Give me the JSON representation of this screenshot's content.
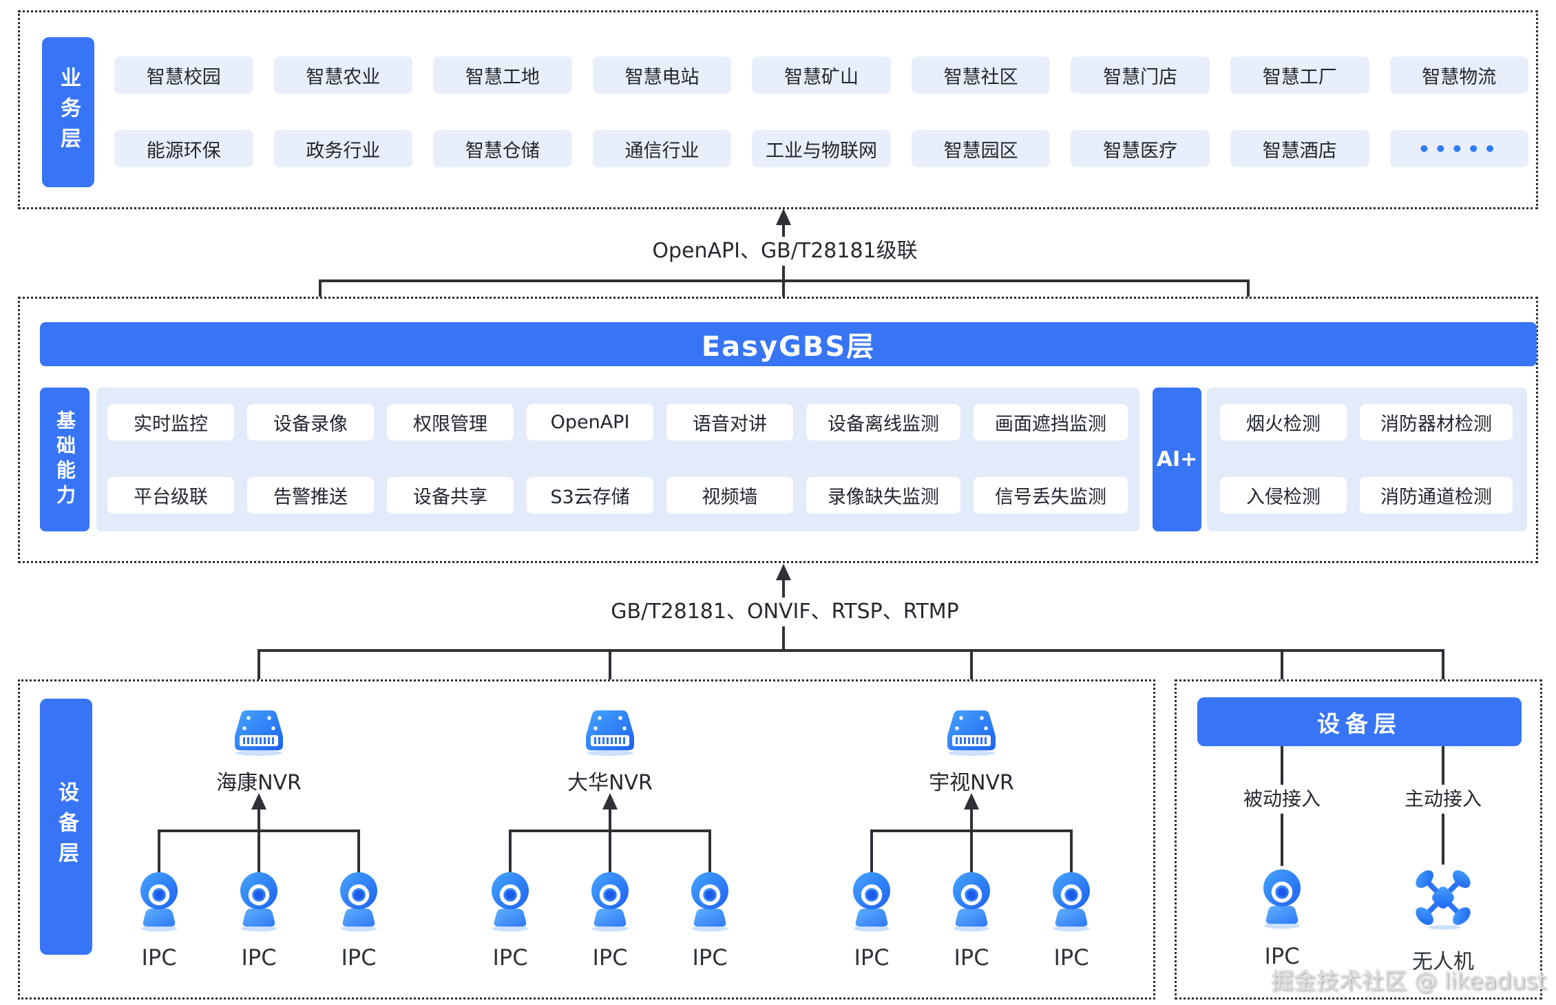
{
  "colors": {
    "primary_blue": "#3775F6",
    "chip_bg": "#E9EEFB",
    "panel_bg": "#E3EAF9",
    "text_dark": "#22262E",
    "line": "#2F3136",
    "accent_dots": "#2E7CF6"
  },
  "business_layer": {
    "label": "业务层",
    "rows": [
      [
        {
          "label": "智慧校园"
        },
        {
          "label": "智慧农业"
        },
        {
          "label": "智慧工地"
        },
        {
          "label": "智慧电站"
        },
        {
          "label": "智慧矿山"
        },
        {
          "label": "智慧社区"
        },
        {
          "label": "智慧门店"
        },
        {
          "label": "智慧工厂"
        },
        {
          "label": "智慧物流"
        }
      ],
      [
        {
          "label": "能源环保"
        },
        {
          "label": "政务行业"
        },
        {
          "label": "智慧仓储"
        },
        {
          "label": "通信行业"
        },
        {
          "label": "工业与物联网"
        },
        {
          "label": "智慧园区"
        },
        {
          "label": "智慧医疗"
        },
        {
          "label": "智慧酒店"
        },
        {
          "label": "•••••",
          "accent": "true"
        }
      ]
    ]
  },
  "connector_top": {
    "label": "OpenAPI、GB/T28181级联"
  },
  "easygbs": {
    "title": "EasyGBS层"
  },
  "capabilities": {
    "label": "基础能力",
    "rows": [
      [
        {
          "label": "实时监控"
        },
        {
          "label": "设备录像"
        },
        {
          "label": "权限管理"
        },
        {
          "label": "OpenAPI"
        },
        {
          "label": "语音对讲"
        },
        {
          "label": "设备离线监测",
          "wide": "true"
        },
        {
          "label": "画面遮挡监测",
          "wide": "true"
        }
      ],
      [
        {
          "label": "平台级联"
        },
        {
          "label": "告警推送"
        },
        {
          "label": "设备共享"
        },
        {
          "label": "S3云存储"
        },
        {
          "label": "视频墙"
        },
        {
          "label": "录像缺失监测",
          "wide": "true"
        },
        {
          "label": "信号丢失监测",
          "wide": "true"
        }
      ]
    ]
  },
  "ai": {
    "label": "AI+",
    "rows": [
      [
        {
          "label": "烟火检测"
        },
        {
          "label": "消防器材检测",
          "wide": "true"
        }
      ],
      [
        {
          "label": "入侵检测"
        },
        {
          "label": "消防通道检测",
          "wide": "true"
        }
      ]
    ]
  },
  "connector_device": {
    "label": "GB/T28181、ONVIF、RTSP、RTMP"
  },
  "device_layer_left": {
    "label": "设备层",
    "groups": [
      {
        "nvr": "海康NVR",
        "cameras": [
          "IPC",
          "IPC",
          "IPC"
        ]
      },
      {
        "nvr": "大华NVR",
        "cameras": [
          "IPC",
          "IPC",
          "IPC"
        ]
      },
      {
        "nvr": "宇视NVR",
        "cameras": [
          "IPC",
          "IPC",
          "IPC"
        ]
      }
    ]
  },
  "device_layer_right": {
    "title": "设备层",
    "passive_label": "被动接入",
    "active_label": "主动接入",
    "ipc_label": "IPC",
    "drone_label": "无人机"
  },
  "watermark": "掘金技术社区 @ likeadust"
}
